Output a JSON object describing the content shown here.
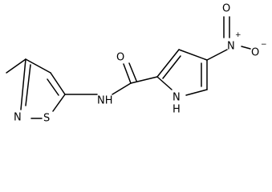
{
  "molecule": {
    "atoms": {
      "n_isothiazole": "N",
      "s_isothiazole": "S",
      "nh_amide": "NH",
      "o_carbonyl": "O",
      "n_nitro": "N",
      "n_nitro_charge": "+",
      "o_nitro_top": "O",
      "o_nitro_right": "O",
      "o_nitro_right_charge": "−",
      "nh_pyrrole_n": "N",
      "nh_pyrrole_h": "H"
    }
  },
  "colors": {
    "ink": "#000000",
    "background": "#ffffff"
  }
}
